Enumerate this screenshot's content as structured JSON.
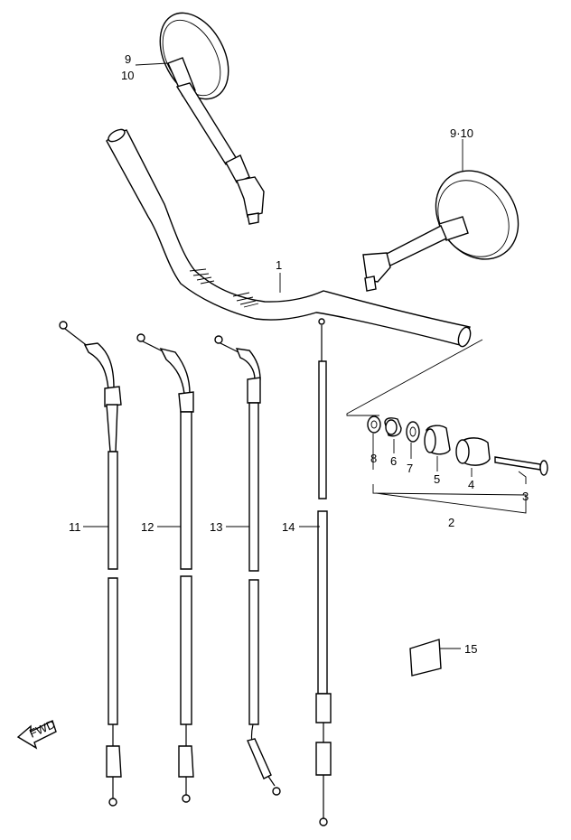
{
  "callouts": {
    "c1": "1",
    "c2": "2",
    "c3": "3",
    "c4": "4",
    "c5": "5",
    "c6": "6",
    "c7": "7",
    "c8": "8",
    "c9_left_top": "9",
    "c10_left": "10",
    "c9_10_right": "9·10",
    "c11": "11",
    "c12": "12",
    "c13": "13",
    "c14": "14",
    "c15": "15"
  },
  "fwd_label": "FWD"
}
